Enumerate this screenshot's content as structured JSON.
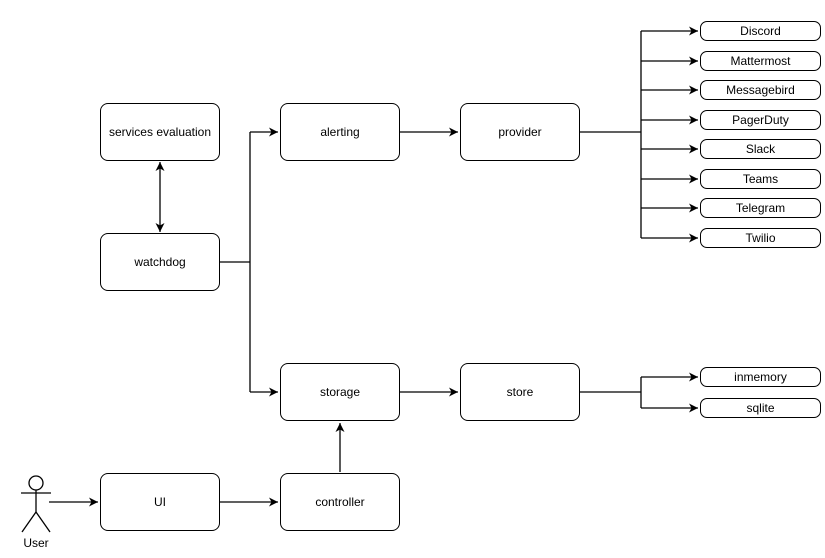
{
  "diagram": {
    "nodes": {
      "services_evaluation": {
        "label": "services evaluation"
      },
      "watchdog": {
        "label": "watchdog"
      },
      "alerting": {
        "label": "alerting"
      },
      "provider": {
        "label": "provider"
      },
      "storage": {
        "label": "storage"
      },
      "store": {
        "label": "store"
      },
      "ui": {
        "label": "UI"
      },
      "controller": {
        "label": "controller"
      },
      "user": {
        "label": "User"
      }
    },
    "providers": [
      "Discord",
      "Mattermost",
      "Messagebird",
      "PagerDuty",
      "Slack",
      "Teams",
      "Telegram",
      "Twilio"
    ],
    "stores": [
      "inmemory",
      "sqlite"
    ],
    "edges": [
      {
        "from": "user",
        "to": "ui",
        "arrow": "end"
      },
      {
        "from": "ui",
        "to": "controller",
        "arrow": "end"
      },
      {
        "from": "controller",
        "to": "storage",
        "arrow": "end"
      },
      {
        "from": "services_evaluation",
        "to": "watchdog",
        "arrow": "both"
      },
      {
        "from": "watchdog",
        "to": "alerting",
        "arrow": "end"
      },
      {
        "from": "watchdog",
        "to": "storage",
        "arrow": "end"
      },
      {
        "from": "alerting",
        "to": "provider",
        "arrow": "end"
      },
      {
        "from": "provider",
        "to": "Discord",
        "arrow": "end"
      },
      {
        "from": "provider",
        "to": "Mattermost",
        "arrow": "end"
      },
      {
        "from": "provider",
        "to": "Messagebird",
        "arrow": "end"
      },
      {
        "from": "provider",
        "to": "PagerDuty",
        "arrow": "end"
      },
      {
        "from": "provider",
        "to": "Slack",
        "arrow": "end"
      },
      {
        "from": "provider",
        "to": "Teams",
        "arrow": "end"
      },
      {
        "from": "provider",
        "to": "Telegram",
        "arrow": "end"
      },
      {
        "from": "provider",
        "to": "Twilio",
        "arrow": "end"
      },
      {
        "from": "storage",
        "to": "store",
        "arrow": "end"
      },
      {
        "from": "store",
        "to": "inmemory",
        "arrow": "end"
      },
      {
        "from": "store",
        "to": "sqlite",
        "arrow": "end"
      }
    ],
    "colors": {
      "stroke": "#000000",
      "node_fill": "#ffffff",
      "background": "#ffffff",
      "text": "#000000"
    }
  }
}
